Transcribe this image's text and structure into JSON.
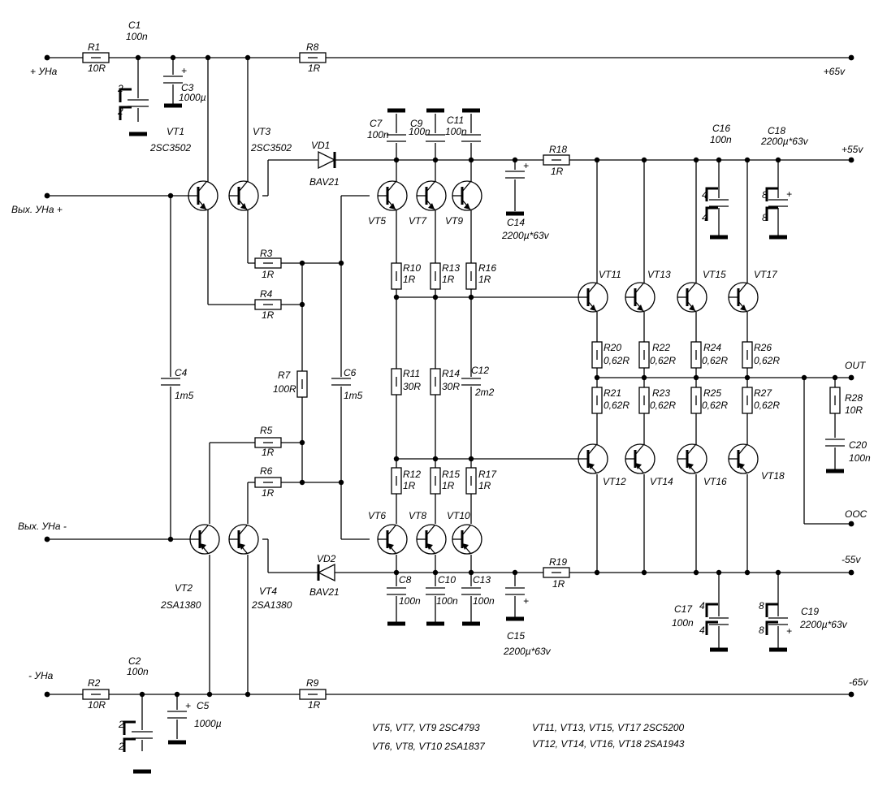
{
  "labels": {
    "R1": "R1",
    "R1v": "10R",
    "C1": "C1",
    "C1v": "100n",
    "C3": "C3",
    "C3v": "1000µ",
    "c1a": "2",
    "c1b": "2",
    "R8": "R8",
    "R8v": "1R",
    "p65": "+65v",
    "upos": "+ УНа",
    "VT1": "VT1",
    "VT1t": "2SC3502",
    "VT3": "VT3",
    "VT3t": "2SC3502",
    "VD1": "VD1",
    "VD1t": "BAV21",
    "outp": "Вых. УНа +",
    "C7": "C7",
    "C7v": "100n",
    "C9": "C9",
    "C9v": "100n",
    "C11": "C11",
    "C11v": "100n",
    "R18": "R18",
    "R18v": "1R",
    "C14": "C14",
    "C14v": "2200µ*63v",
    "C16": "C16",
    "C16v": "100n",
    "C18": "C18",
    "C18v": "2200µ*63v",
    "p55": "+55v",
    "n4a": "4",
    "n4b": "4",
    "n8a": "8",
    "n8b": "8",
    "VT5": "VT5",
    "VT7": "VT7",
    "VT9": "VT9",
    "R3": "R3",
    "R3v": "1R",
    "R4": "R4",
    "R4v": "1R",
    "R10": "R10",
    "R10v": "1R",
    "R13": "R13",
    "R13v": "1R",
    "R16": "R16",
    "R16v": "1R",
    "VT11": "VT11",
    "VT13": "VT13",
    "VT15": "VT15",
    "VT17": "VT17",
    "R20": "R20",
    "R20v": "0,62R",
    "R22": "R22",
    "R22v": "0,62R",
    "R24": "R24",
    "R24v": "0,62R",
    "R26": "R26",
    "R26v": "0,62R",
    "OUT": "OUT",
    "C4": "C4",
    "C4v": "1m5",
    "R7": "R7",
    "R7v": "100R",
    "C6": "C6",
    "C6v": "1m5",
    "R11": "R11",
    "R11v": "30R",
    "R14": "R14",
    "R14v": "30R",
    "C12": "C12",
    "C12v": "2m2",
    "R21": "R21",
    "R21v": "0,62R",
    "R23": "R23",
    "R23v": "0,62R",
    "R25": "R25",
    "R25v": "0,62R",
    "R27": "R27",
    "R27v": "0,62R",
    "R28": "R28",
    "R28v": "10R",
    "C20": "C20",
    "C20v": "100n",
    "R5": "R5",
    "R5v": "1R",
    "R6": "R6",
    "R6v": "1R",
    "R12": "R12",
    "R12v": "1R",
    "R15": "R15",
    "R15v": "1R",
    "R17": "R17",
    "R17v": "1R",
    "VT12": "VT12",
    "VT14": "VT14",
    "VT16": "VT16",
    "VT18": "VT18",
    "OOC": "OOC",
    "outn": "Вых. УНа -",
    "VT6": "VT6",
    "VT8": "VT8",
    "VT10": "VT10",
    "VD2": "VD2",
    "VD2t": "BAV21",
    "C8": "C8",
    "C8v": "100n",
    "C10": "C10",
    "C10v": "100n",
    "C13": "C13",
    "C13v": "100n",
    "R19": "R19",
    "R19v": "1R",
    "C15": "C15",
    "C15v": "2200µ*63v",
    "m55": "-55v",
    "C17": "C17",
    "C17v": "100n",
    "C19": "C19",
    "C19v": "2200µ*63v",
    "n4c": "4",
    "n4d": "4",
    "n8c": "8",
    "n8d": "8",
    "VT2": "VT2",
    "VT2t": "2SA1380",
    "VT4": "VT4",
    "VT4t": "2SA1380",
    "C2": "C2",
    "C2v": "100n",
    "uneg": "- УНа",
    "R2": "R2",
    "R2v": "10R",
    "C5": "C5",
    "C5v": "1000µ",
    "c2a": "2",
    "c2b": "2",
    "R9": "R9",
    "R9v": "1R",
    "m65": "-65v",
    "note1": "VT5, VT7, VT9 2SC4793",
    "note2": "VT6, VT8, VT10 2SA1837",
    "note3": "VT11, VT13, VT15, VT17 2SC5200",
    "note4": "VT12, VT14, VT16, VT18 2SA1943"
  }
}
